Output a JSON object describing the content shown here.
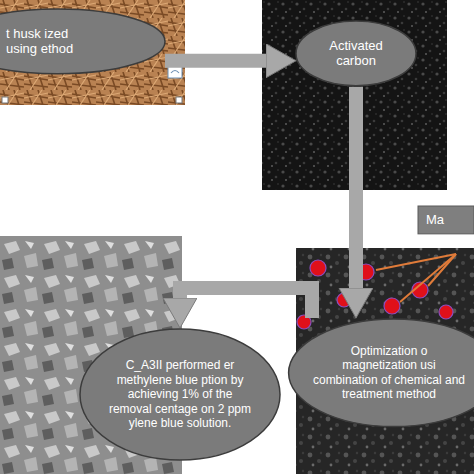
{
  "diagram": {
    "nodes": [
      {
        "text": [
          "t husk ized using ethod"
        ]
      },
      {
        "text": [
          "Activated carbon"
        ]
      },
      {
        "text": [
          "Ma"
        ]
      },
      {
        "text": [
          "Optimization o magnetization usi combination of chemical and treatment method"
        ]
      },
      {
        "text": [
          "C_A3II performed er methylene blue ption by achieving 1% of the removal centage on 2 ppm ylene blue solution."
        ]
      }
    ],
    "edges": [
      {
        "from": 0,
        "to": 1,
        "arrow": "to"
      },
      {
        "from": 1,
        "to": 3,
        "arrow": "to"
      },
      {
        "from": 3,
        "to": 4,
        "arrow": "to"
      }
    ]
  }
}
